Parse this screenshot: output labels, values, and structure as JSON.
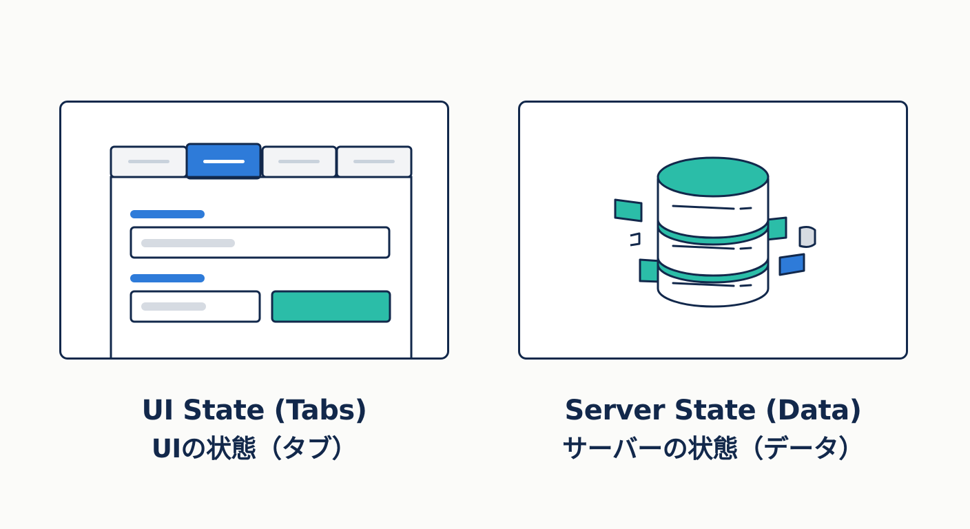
{
  "colors": {
    "navy": "#12284b",
    "blue": "#2e7bd9",
    "teal": "#2bbda8",
    "light_gray": "#f3f4f6",
    "placeholder_gray": "#d6dbe2"
  },
  "left_panel": {
    "icon": "tabbed-form-illustration",
    "caption_title": "UI State (Tabs)",
    "caption_subtitle": "UIの状態（タブ）",
    "active_tab_index": 1,
    "tab_count": 4
  },
  "right_panel": {
    "icon": "database-cylinder-illustration",
    "caption_title": "Server State (Data)",
    "caption_subtitle": "サーバーの状態（データ）"
  }
}
